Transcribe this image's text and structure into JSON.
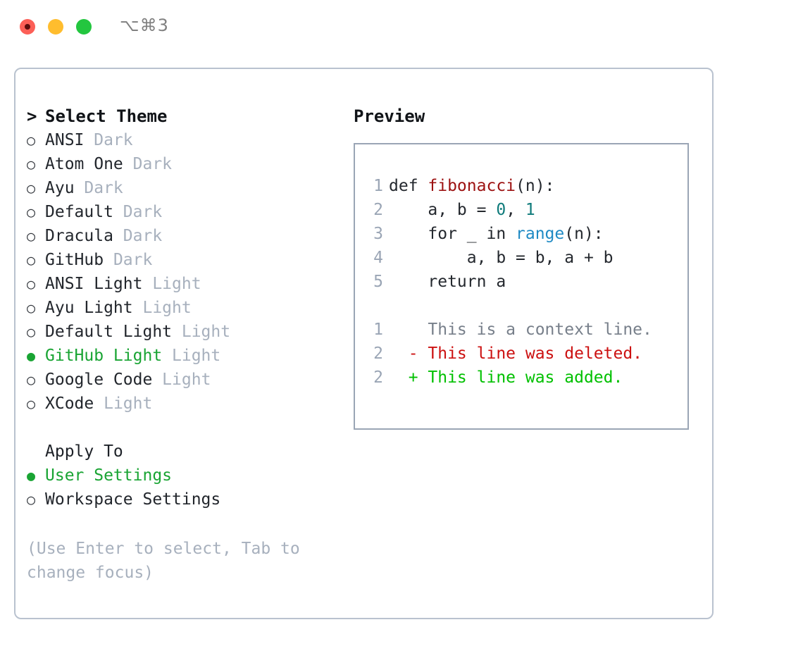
{
  "titlebar": {
    "shortcut": "⌥⌘3",
    "buttons": [
      "close",
      "minimize",
      "maximize"
    ]
  },
  "theme_picker": {
    "header": "Select Theme",
    "header_caret": ">",
    "marker_unselected": "○",
    "marker_selected": "●",
    "items": [
      {
        "name": "ANSI",
        "variant": "Dark",
        "selected": false
      },
      {
        "name": "Atom One",
        "variant": "Dark",
        "selected": false
      },
      {
        "name": "Ayu",
        "variant": "Dark",
        "selected": false
      },
      {
        "name": "Default",
        "variant": "Dark",
        "selected": false
      },
      {
        "name": "Dracula",
        "variant": "Dark",
        "selected": false
      },
      {
        "name": "GitHub",
        "variant": "Dark",
        "selected": false
      },
      {
        "name": "ANSI Light",
        "variant": "Light",
        "selected": false
      },
      {
        "name": "Ayu Light",
        "variant": "Light",
        "selected": false
      },
      {
        "name": "Default Light",
        "variant": "Light",
        "selected": false
      },
      {
        "name": "GitHub Light",
        "variant": "Light",
        "selected": true
      },
      {
        "name": "Google Code",
        "variant": "Light",
        "selected": false
      },
      {
        "name": "XCode",
        "variant": "Light",
        "selected": false
      }
    ]
  },
  "apply_to": {
    "header": "Apply To",
    "items": [
      {
        "name": "User Settings",
        "selected": true
      },
      {
        "name": "Workspace Settings",
        "selected": false
      }
    ]
  },
  "hint": "(Use Enter to select, Tab to change focus)",
  "preview": {
    "title": "Preview",
    "code_lines": [
      {
        "no": "1",
        "tokens": [
          {
            "t": "def ",
            "c": "kw"
          },
          {
            "t": "fibonacci",
            "c": "fn"
          },
          {
            "t": "(n):",
            "c": "plain"
          }
        ]
      },
      {
        "no": "2",
        "tokens": [
          {
            "t": "    a, b = ",
            "c": "plain"
          },
          {
            "t": "0",
            "c": "num"
          },
          {
            "t": ", ",
            "c": "plain"
          },
          {
            "t": "1",
            "c": "num"
          }
        ]
      },
      {
        "no": "3",
        "tokens": [
          {
            "t": "    for _ in ",
            "c": "kw"
          },
          {
            "t": "range",
            "c": "builtin"
          },
          {
            "t": "(n):",
            "c": "plain"
          }
        ]
      },
      {
        "no": "4",
        "tokens": [
          {
            "t": "        a, b = b, a + b",
            "c": "plain"
          }
        ]
      },
      {
        "no": "5",
        "tokens": [
          {
            "t": "    return a",
            "c": "kw"
          }
        ]
      }
    ],
    "diff_lines": [
      {
        "no": "1",
        "prefix": "  ",
        "text": "This is a context line.",
        "kind": "ctx"
      },
      {
        "no": "2",
        "prefix": "- ",
        "text": "This line was deleted.",
        "kind": "del"
      },
      {
        "no": "2",
        "prefix": "+ ",
        "text": "This line was added.",
        "kind": "add"
      }
    ]
  },
  "colors": {
    "selected_green": "#19a433",
    "variant_gray": "#a7b0bd",
    "panel_border": "#b9c2cf",
    "preview_border": "#9aa5b5",
    "diff_deleted": "#cc1111",
    "diff_added": "#00c000",
    "diff_context": "#777f8a",
    "syntax_function": "#9c1111",
    "syntax_number": "#0f7b7b",
    "syntax_builtin": "#1f8ac4",
    "traffic_close": "#fc5f57",
    "traffic_minimize": "#ffbd2e",
    "traffic_maximize": "#23c63f"
  }
}
